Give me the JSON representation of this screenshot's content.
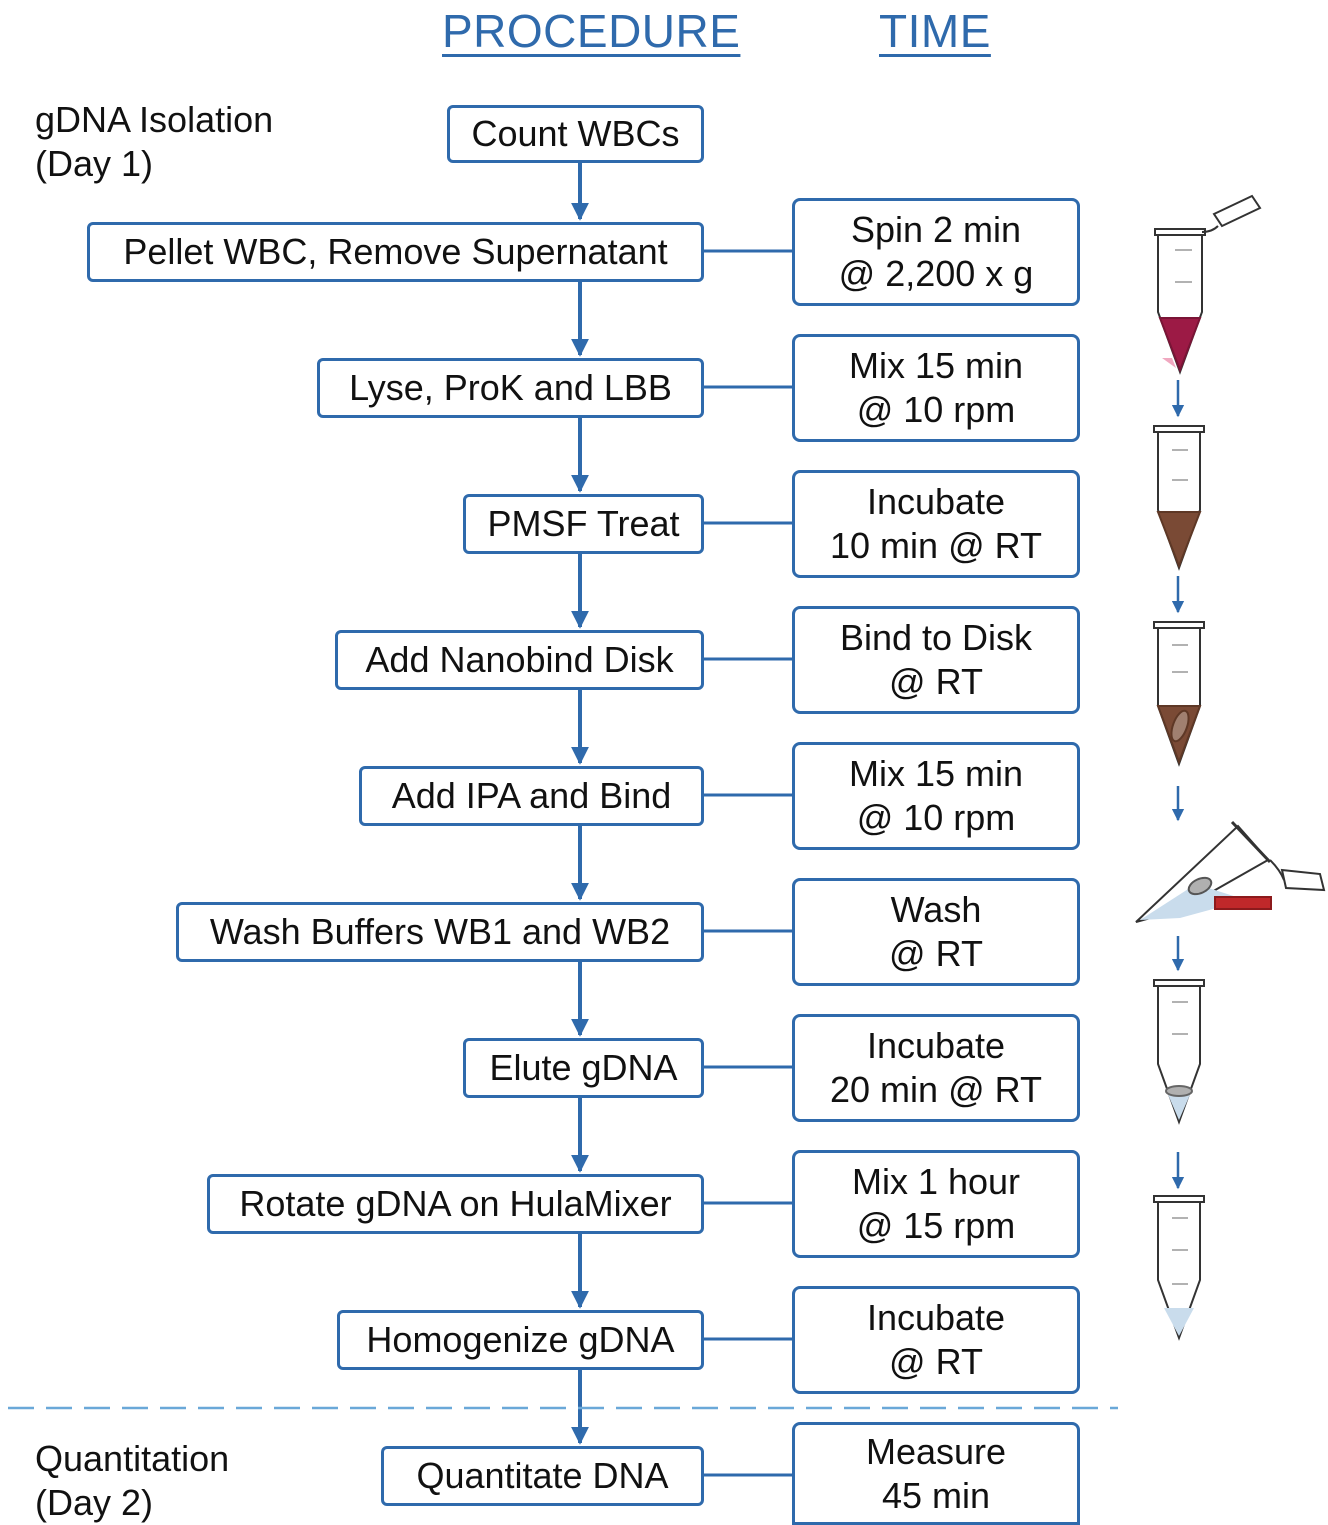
{
  "headers": {
    "procedure": "PROCEDURE",
    "time": "TIME"
  },
  "phases": [
    {
      "line1": "gDNA Isolation",
      "line2": "(Day 1)"
    },
    {
      "line1": "Quantitation",
      "line2": "(Day 2)"
    }
  ],
  "steps": [
    {
      "label": "Count WBCs"
    },
    {
      "label": "Pellet WBC, Remove Supernatant",
      "time1": "Spin 2 min",
      "time2": "@ 2,200 x g"
    },
    {
      "label": "Lyse, ProK and LBB",
      "time1": "Mix 15 min",
      "time2": "@ 10 rpm"
    },
    {
      "label": "PMSF Treat",
      "time1": "Incubate",
      "time2": "10 min @ RT"
    },
    {
      "label": "Add Nanobind Disk",
      "time1": "Bind to Disk",
      "time2": "@ RT"
    },
    {
      "label": "Add IPA and Bind",
      "time1": "Mix 15 min",
      "time2": "@ 10 rpm"
    },
    {
      "label": "Wash Buffers WB1 and WB2",
      "time1": "Wash",
      "time2": "@ RT"
    },
    {
      "label": "Elute gDNA",
      "time1": "Incubate",
      "time2": "20 min @ RT"
    },
    {
      "label": "Rotate gDNA on HulaMixer",
      "time1": "Mix 1 hour",
      "time2": "@ 15 rpm"
    },
    {
      "label": "Homogenize gDNA",
      "time1": "Incubate",
      "time2": "@ RT"
    },
    {
      "label": "Quantitate DNA",
      "time1": "Measure",
      "time2": "45 min"
    }
  ],
  "colors": {
    "accent": "#2f6aac",
    "blood": "#9c1a45",
    "lysate": "#7a4a35",
    "buffer": "#c9dcec",
    "magnet": "#c0282a"
  },
  "illustrations": [
    "tube-blood-open-icon",
    "tube-lysate-icon",
    "tube-disk-icon",
    "tube-tilted-magnet-icon",
    "tube-eluate-icon",
    "tube-homogenized-icon"
  ]
}
